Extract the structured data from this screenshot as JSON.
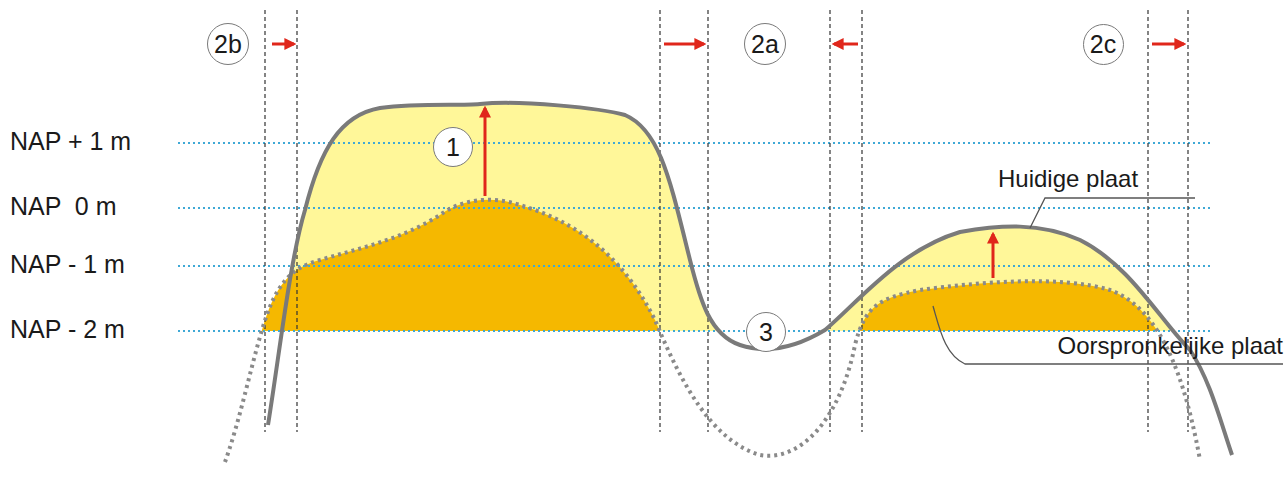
{
  "diagram": {
    "nodes": [
      {
        "text": [
          "2b"
        ]
      },
      {
        "text": [
          "2a"
        ]
      },
      {
        "text": [
          "2c"
        ]
      },
      {
        "text": [
          "1"
        ]
      },
      {
        "text": [
          "3"
        ]
      }
    ],
    "labels": [
      "NAP + 1 m",
      "NAP  0 m",
      "NAP - 1 m",
      "NAP - 2 m",
      "Huidige plaat",
      "Oorspronkelijke plaat"
    ]
  }
}
